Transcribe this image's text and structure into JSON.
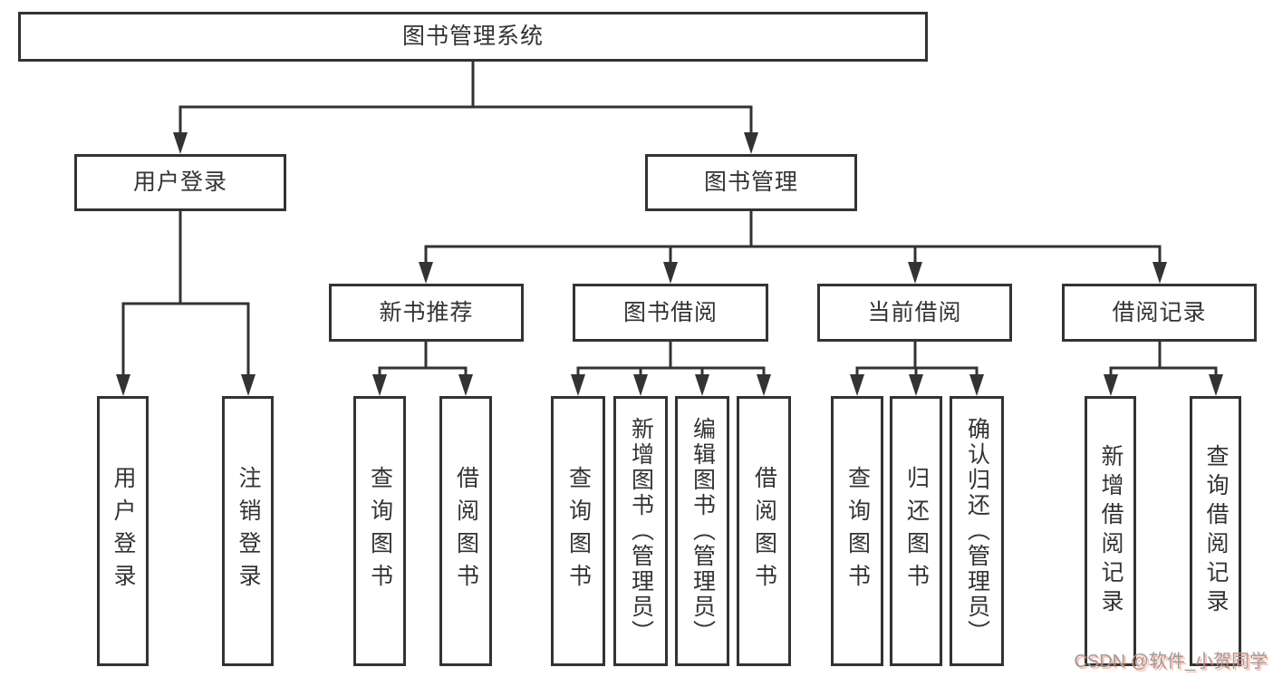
{
  "nodes": {
    "root": "图书管理系统",
    "user_login": "用户登录",
    "book_mgmt": "图书管理",
    "new_book_rec": "新书推荐",
    "book_borrow": "图书借阅",
    "current_borrow": "当前借阅",
    "borrow_record": "借阅记录",
    "user_login_leaf": "用户登录",
    "logout": "注销登录",
    "query_books_a": "查询图书",
    "borrow_books_a": "借阅图书",
    "query_books_b": "查询图书",
    "add_book_admin": "新增图书（管理员）",
    "edit_book_admin": "编辑图书（管理员）",
    "borrow_books_b": "借阅图书",
    "query_books_c": "查询图书",
    "return_books": "归还图书",
    "confirm_return_admin": "确认归还（管理员）",
    "add_borrow_record": "新增借阅记录",
    "query_borrow_record": "查询借阅记录"
  },
  "watermark": {
    "text": "CSDN @软件_小贺同学"
  },
  "colors": {
    "line": "#333333",
    "box_background": "#ffffff",
    "text": "#333333",
    "watermark_text": "#9b9b9b",
    "watermark_accent": "#fc5531"
  }
}
